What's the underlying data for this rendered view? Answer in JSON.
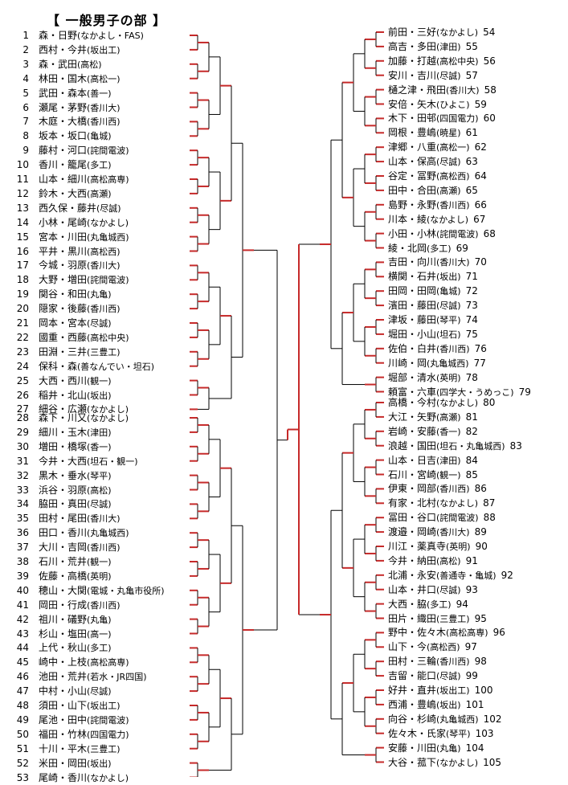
{
  "title": "【 一般男子の部 】",
  "left_entries": [
    {
      "n": "1",
      "name": "森・日野",
      "team": "(なかよし・FAS)"
    },
    {
      "n": "2",
      "name": "西村・今井",
      "team": "(坂出工)"
    },
    {
      "n": "3",
      "name": "森・武田",
      "team": "(高松)"
    },
    {
      "n": "4",
      "name": "林田・国木",
      "team": "(高松一)"
    },
    {
      "n": "5",
      "name": "武田・森本",
      "team": "(善一)"
    },
    {
      "n": "6",
      "name": "瀬尾・茅野",
      "team": "(香川大)"
    },
    {
      "n": "7",
      "name": "木庭・大橋",
      "team": "(香川西)"
    },
    {
      "n": "8",
      "name": "坂本・坂口",
      "team": "(亀城)"
    },
    {
      "n": "9",
      "name": "藤村・河口",
      "team": "(詫間電波)"
    },
    {
      "n": "10",
      "name": "香川・籠尾",
      "team": "(多工)"
    },
    {
      "n": "11",
      "name": "山本・細川",
      "team": "(高松高専)"
    },
    {
      "n": "12",
      "name": "鈴木・大西",
      "team": "(高瀬)"
    },
    {
      "n": "13",
      "name": "西久保・藤井",
      "team": "(尽誠)"
    },
    {
      "n": "14",
      "name": "小林・尾崎",
      "team": "(なかよし)"
    },
    {
      "n": "15",
      "name": "宮本・川田",
      "team": "(丸亀城西)"
    },
    {
      "n": "16",
      "name": "平井・黒川",
      "team": "(高松西)"
    },
    {
      "n": "17",
      "name": "今城・羽原",
      "team": "(香川大)"
    },
    {
      "n": "18",
      "name": "大野・増田",
      "team": "(詫間電波)"
    },
    {
      "n": "19",
      "name": "関谷・和田",
      "team": "(丸亀)"
    },
    {
      "n": "20",
      "name": "隠家・後藤",
      "team": "(香川西)"
    },
    {
      "n": "21",
      "name": "岡本・宮本",
      "team": "(尽誠)"
    },
    {
      "n": "22",
      "name": "國重・西藤",
      "team": "(高松中央)"
    },
    {
      "n": "23",
      "name": "田淵・三井",
      "team": "(三豊工)"
    },
    {
      "n": "24",
      "name": "保科・森",
      "team": "(善なんでい・坦石)"
    },
    {
      "n": "25",
      "name": "大西・西川",
      "team": "(観一)"
    },
    {
      "n": "26",
      "name": "稲井・北山",
      "team": "(坂出)"
    },
    {
      "n": "27",
      "name": "細谷・広瀬",
      "team": "(なかよし)"
    },
    {
      "n": "28",
      "name": "森下・川又",
      "team": "(なかよし)"
    },
    {
      "n": "29",
      "name": "細川・玉木",
      "team": "(津田)"
    },
    {
      "n": "30",
      "name": "増田・橋塚",
      "team": "(香一)"
    },
    {
      "n": "31",
      "name": "今井・大西",
      "team": "(坦石・観一)"
    },
    {
      "n": "32",
      "name": "黒木・垂水",
      "team": "(琴平)"
    },
    {
      "n": "33",
      "name": "浜谷・羽原",
      "team": "(高松)"
    },
    {
      "n": "34",
      "name": "脇田・真田",
      "team": "(尽誠)"
    },
    {
      "n": "35",
      "name": "田村・尾田",
      "team": "(香川大)"
    },
    {
      "n": "36",
      "name": "田口・香川",
      "team": "(丸亀城西)"
    },
    {
      "n": "37",
      "name": "大川・吉岡",
      "team": "(香川西)"
    },
    {
      "n": "38",
      "name": "石川・荒井",
      "team": "(観一)"
    },
    {
      "n": "39",
      "name": "佐藤・高橋",
      "team": "(英明)"
    },
    {
      "n": "40",
      "name": "穂山・大関",
      "team": "(電城・丸亀市役所)"
    },
    {
      "n": "41",
      "name": "岡田・行成",
      "team": "(香川西)"
    },
    {
      "n": "42",
      "name": "祖川・礒野",
      "team": "(丸亀)"
    },
    {
      "n": "43",
      "name": "杉山・塩田",
      "team": "(高一)"
    },
    {
      "n": "44",
      "name": "上代・秋山",
      "team": "(多工)"
    },
    {
      "n": "45",
      "name": "崎中・上枝",
      "team": "(高松高専)"
    },
    {
      "n": "46",
      "name": "池田・荒井",
      "team": "(若水・JR四国)"
    },
    {
      "n": "47",
      "name": "中村・小山",
      "team": "(尽誠)"
    },
    {
      "n": "48",
      "name": "須田・山下",
      "team": "(坂出工)"
    },
    {
      "n": "49",
      "name": "尾池・田中",
      "team": "(詫間電波)"
    },
    {
      "n": "50",
      "name": "福田・竹林",
      "team": "(四国電力)"
    },
    {
      "n": "51",
      "name": "十川・平木",
      "team": "(三豊工)"
    },
    {
      "n": "52",
      "name": "米田・岡田",
      "team": "(坂出)"
    },
    {
      "n": "53",
      "name": "尾崎・香川",
      "team": "(なかよし)"
    }
  ],
  "right_entries": [
    {
      "n": "54",
      "name": "前田・三好",
      "team": "(なかよし)"
    },
    {
      "n": "55",
      "name": "高吉・多田",
      "team": "(津田)"
    },
    {
      "n": "56",
      "name": "加藤・打越",
      "team": "(高松中央)"
    },
    {
      "n": "57",
      "name": "安川・吉川",
      "team": "(尽誠)"
    },
    {
      "n": "58",
      "name": "樋之津・飛田",
      "team": "(香川大)"
    },
    {
      "n": "59",
      "name": "安倍・矢木",
      "team": "(ひよこ)"
    },
    {
      "n": "60",
      "name": "木下・田邨",
      "team": "(四国電力)"
    },
    {
      "n": "61",
      "name": "岡根・豊嶋",
      "team": "(暁星)"
    },
    {
      "n": "62",
      "name": "津郷・八重",
      "team": "(高松一)"
    },
    {
      "n": "63",
      "name": "山本・保高",
      "team": "(尽誠)"
    },
    {
      "n": "64",
      "name": "谷定・冨野",
      "team": "(高松西)"
    },
    {
      "n": "65",
      "name": "田中・合田",
      "team": "(高瀬)"
    },
    {
      "n": "66",
      "name": "島野・永野",
      "team": "(香川西)"
    },
    {
      "n": "67",
      "name": "川本・綾",
      "team": "(なかよし)"
    },
    {
      "n": "68",
      "name": "小田・小林",
      "team": "(詫間電波)"
    },
    {
      "n": "69",
      "name": "綾・北岡",
      "team": "(多工)"
    },
    {
      "n": "70",
      "name": "吉田・向川",
      "team": "(香川大)"
    },
    {
      "n": "71",
      "name": "横関・石井",
      "team": "(坂出)"
    },
    {
      "n": "72",
      "name": "田岡・田岡",
      "team": "(亀城)"
    },
    {
      "n": "73",
      "name": "濱田・藤田",
      "team": "(尽誠)"
    },
    {
      "n": "74",
      "name": "津坂・藤田",
      "team": "(琴平)"
    },
    {
      "n": "75",
      "name": "堀田・小山",
      "team": "(坦石)"
    },
    {
      "n": "76",
      "name": "佐伯・白井",
      "team": "(香川西)"
    },
    {
      "n": "77",
      "name": "川崎・岡",
      "team": "(丸亀城西)"
    },
    {
      "n": "78",
      "name": "堀部・清水",
      "team": "(英明)"
    },
    {
      "n": "79",
      "name": "頼富・六車",
      "team": "(四学大・うめっこ)"
    },
    {
      "n": "80",
      "name": "高橋・今村",
      "team": "(なかよし)"
    },
    {
      "n": "81",
      "name": "大江・矢野",
      "team": "(高瀬)"
    },
    {
      "n": "82",
      "name": "岩崎・安藤",
      "team": "(香一)"
    },
    {
      "n": "83",
      "name": "浪越・国田",
      "team": "(坦石・丸亀城西)"
    },
    {
      "n": "84",
      "name": "山本・日吉",
      "team": "(津田)"
    },
    {
      "n": "85",
      "name": "石川・宮崎",
      "team": "(観一)"
    },
    {
      "n": "86",
      "name": "伊東・岡部",
      "team": "(香川西)"
    },
    {
      "n": "87",
      "name": "有家・北村",
      "team": "(なかよし)"
    },
    {
      "n": "88",
      "name": "冨田・谷口",
      "team": "(詫間電波)"
    },
    {
      "n": "89",
      "name": "渡邉・岡崎",
      "team": "(香川大)"
    },
    {
      "n": "90",
      "name": "川江・薬真寺",
      "team": "(英明)"
    },
    {
      "n": "91",
      "name": "今井・納田",
      "team": "(高松)"
    },
    {
      "n": "92",
      "name": "北浦・永安",
      "team": "(善通寺・亀城)"
    },
    {
      "n": "93",
      "name": "山本・井口",
      "team": "(尽誠)"
    },
    {
      "n": "94",
      "name": "大西・脇",
      "team": "(多工)"
    },
    {
      "n": "95",
      "name": "田片・織田",
      "team": "(三豊工)"
    },
    {
      "n": "96",
      "name": "野中・佐々木",
      "team": "(高松高専)"
    },
    {
      "n": "97",
      "name": "山下・今",
      "team": "(高松西)"
    },
    {
      "n": "98",
      "name": "田村・三輪",
      "team": "(香川西)"
    },
    {
      "n": "99",
      "name": "吉留・能口",
      "team": "(尽誠)"
    },
    {
      "n": "100",
      "name": "好井・直井",
      "team": "(坂出工)"
    },
    {
      "n": "101",
      "name": "西浦・豊嶋",
      "team": "(坂出)"
    },
    {
      "n": "102",
      "name": "向谷・杉崎",
      "team": "(丸亀城西)"
    },
    {
      "n": "103",
      "name": "佐々木・氏家",
      "team": "(琴平)"
    },
    {
      "n": "104",
      "name": "安藤・川田",
      "team": "(丸亀)"
    },
    {
      "n": "105",
      "name": "大谷・菰下",
      "team": "(なかよし)"
    }
  ],
  "colors": {
    "ink": "#000000",
    "marker": "#c62a2a"
  }
}
